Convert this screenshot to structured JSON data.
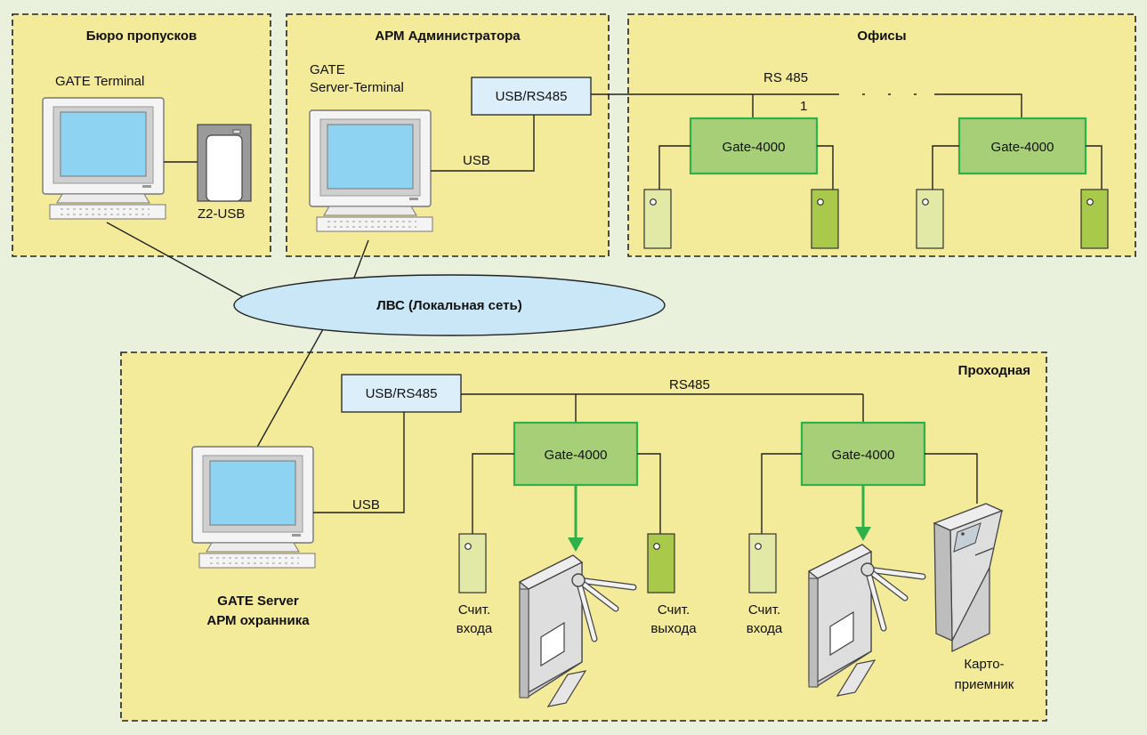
{
  "zones": {
    "bureau": "Бюро пропусков",
    "admin": "АРМ Администратора",
    "offices": "Офисы",
    "checkpoint": "Проходная"
  },
  "network": {
    "lan": "ЛВС (Локальная сеть)"
  },
  "devices": {
    "gate_terminal": "GATE Terminal",
    "z2_usb": "Z2-USB",
    "server_terminal_line1": "GATE",
    "server_terminal_line2": "Server-Terminal",
    "usb_rs485": "USB/RS485",
    "usb": "USB",
    "rs485_offices": "RS 485",
    "rs485_checkpoint": "RS485",
    "bus_index": "1",
    "controller": "Gate-4000",
    "gate_server_line1": "GATE Server",
    "gate_server_line2": "АРМ охранника",
    "reader_in_line1": "Счит.",
    "reader_in_line2": "входа",
    "reader_out_line1": "Счит.",
    "reader_out_line2": "выхода",
    "card_collector_line1": "Карто-",
    "card_collector_line2": "приемник"
  },
  "colors": {
    "background": "#e9f1dc",
    "zone_fill": "#f3ea9a",
    "controller_fill": "#a6cf78",
    "controller_border": "#2fb14a",
    "converter_fill": "#dceefa",
    "screen": "#8fd3f2",
    "reader_light": "#e2e8a6",
    "reader_dark": "#a9c94a",
    "arrow": "#2fb14a",
    "lan_fill": "#c9e7f6"
  }
}
